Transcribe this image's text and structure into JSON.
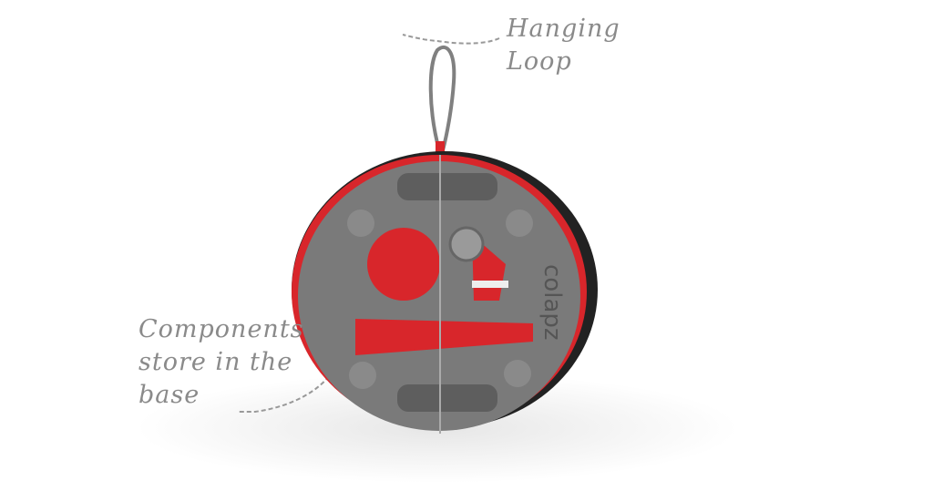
{
  "annotations": {
    "hanging_loop": [
      "Hanging",
      "Loop"
    ],
    "components": [
      "Components",
      "store in the",
      "base"
    ]
  },
  "product": {
    "logo": "colapz"
  },
  "colors": {
    "body": "#7a7a7a",
    "rim": "#d8262b",
    "accent": "#e03a3a",
    "text": "#8a8a8a"
  }
}
